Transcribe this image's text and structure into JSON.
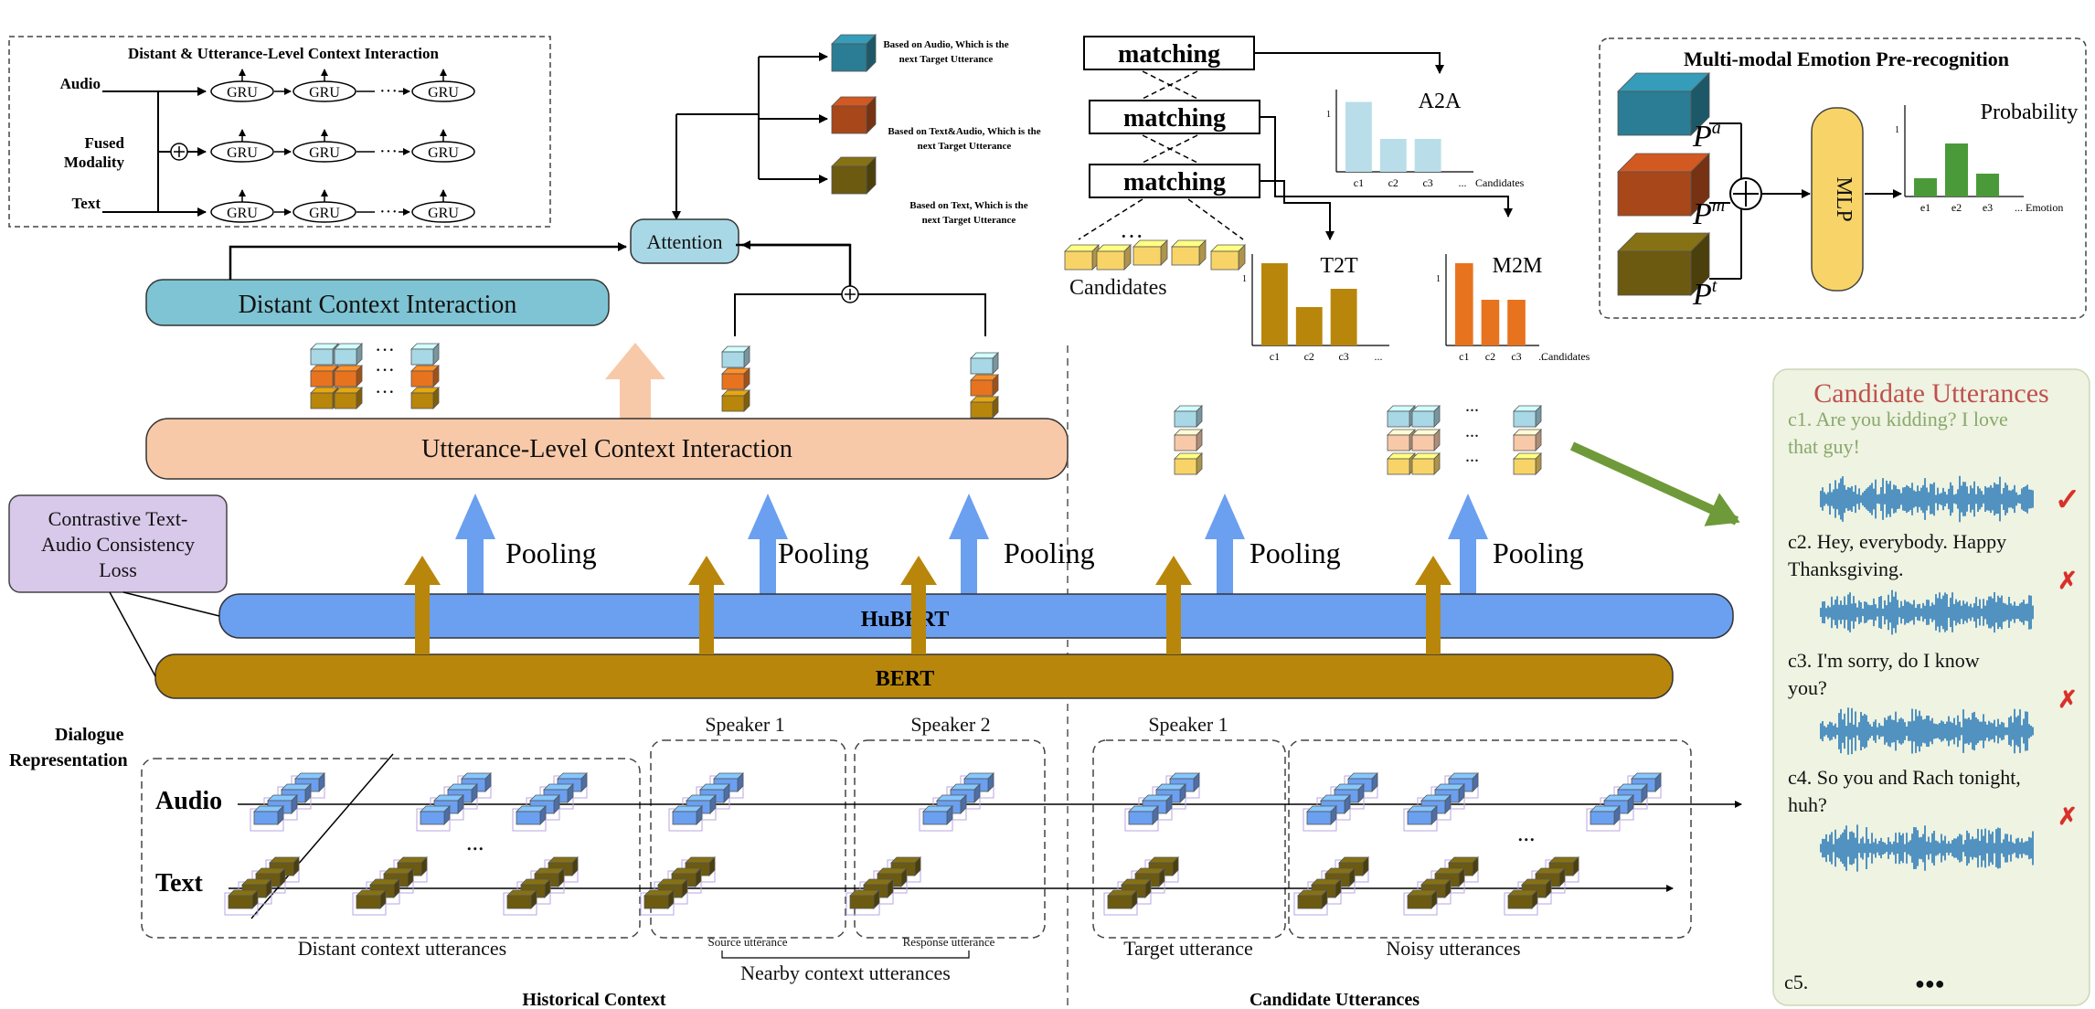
{
  "gru_box": {
    "title": "Distant & Utterance-Level Context Interaction",
    "rows": [
      "Audio",
      "Fused Modality",
      "Text"
    ],
    "gru": "GRU",
    "ellipsis": "···"
  },
  "matching": {
    "label": "matching",
    "desc_audio": "Based on Audio, Which is the next Target Utterance",
    "desc_text_audio": "Based on Text&Audio, Which is the next Target Utterance",
    "desc_text": "Based on Text, Which is the next Target Utterance",
    "candidates": "Candidates",
    "attention": "Attention"
  },
  "mini_charts": {
    "a2a": {
      "title": "A2A",
      "categories": [
        "c1",
        "c2",
        "c3",
        "..."
      ],
      "values": [
        0.85,
        0.4,
        0.4
      ],
      "xlabel": "Candidates",
      "ytick": "1",
      "color": "#b9dde9"
    },
    "t2t": {
      "title": "T2T",
      "categories": [
        "c1",
        "c2",
        "c3",
        "..."
      ],
      "values": [
        0.9,
        0.42,
        0.62
      ],
      "ytick": "1",
      "color": "#b8860b"
    },
    "m2m": {
      "title": "M2M",
      "categories": [
        "c1",
        "c2",
        "c3",
        "..."
      ],
      "values": [
        0.9,
        0.5,
        0.5
      ],
      "xlabel": "Candidates",
      "ytick": "1",
      "color": "#e8731e"
    },
    "emotion": {
      "title": "Probability",
      "categories": [
        "e1",
        "e2",
        "e3",
        "..."
      ],
      "values": [
        0.2,
        0.58,
        0.25
      ],
      "xlabel": "Emotion",
      "ytick": "1",
      "color": "#4a9a3a"
    }
  },
  "emotion_box": {
    "title": "Multi-modal Emotion Pre-recognition",
    "labels": [
      "P",
      "P",
      "P"
    ],
    "superscripts": [
      "a",
      "m",
      "t"
    ],
    "mlp": "MLP"
  },
  "main": {
    "distant": "Distant Context Interaction",
    "utterance_level": "Utterance-Level Context Interaction",
    "pooling": "Pooling",
    "hubert": "HuBERT",
    "bert": "BERT",
    "contrastive": [
      "Contrastive Text-",
      "Audio  Consistency",
      "Loss"
    ],
    "dialogue_rep": [
      "Dialogue",
      "Representation"
    ],
    "audio": "Audio",
    "text": "Text",
    "speaker1": "Speaker 1",
    "speaker2": "Speaker 2",
    "distant_utts": "Distant context utterances",
    "source": "Source utterance",
    "response": "Response utterance",
    "nearby": "Nearby context utterances",
    "historical": "Historical Context",
    "target": "Target utterance",
    "noisy": "Noisy utterances",
    "candidate_utts": "Candidate Utterances",
    "dots": "...",
    "hdots": "···"
  },
  "candidate_panel": {
    "title": "Candidate Utterances",
    "items": [
      {
        "lines": [
          "c1. Are you kidding? I love",
          "that guy!"
        ],
        "mark": "✓",
        "correct": true
      },
      {
        "lines": [
          "c2. Hey, everybody. Happy",
          "Thanksgiving."
        ],
        "mark": "✗",
        "correct": false
      },
      {
        "lines": [
          "c3. I'm sorry, do I know",
          "you?"
        ],
        "mark": "✗",
        "correct": false
      },
      {
        "lines": [
          "c4. So you and Rach tonight,",
          "huh?"
        ],
        "mark": "✗",
        "correct": false
      }
    ],
    "last": "c5.",
    "last_dots": "●●●"
  },
  "colors": {
    "blue": "#6b9ff0",
    "light_blue": "#a8d8e6",
    "teal": "#2a7d94",
    "orange": "#e8731e",
    "rust": "#a8471a",
    "gold": "#b8860b",
    "olive": "#6b5a10",
    "peach": "#f8c9a8",
    "yellow": "#f8d468",
    "green_arrow": "#6e9a3a",
    "panel_bg": "#eef3e2"
  }
}
